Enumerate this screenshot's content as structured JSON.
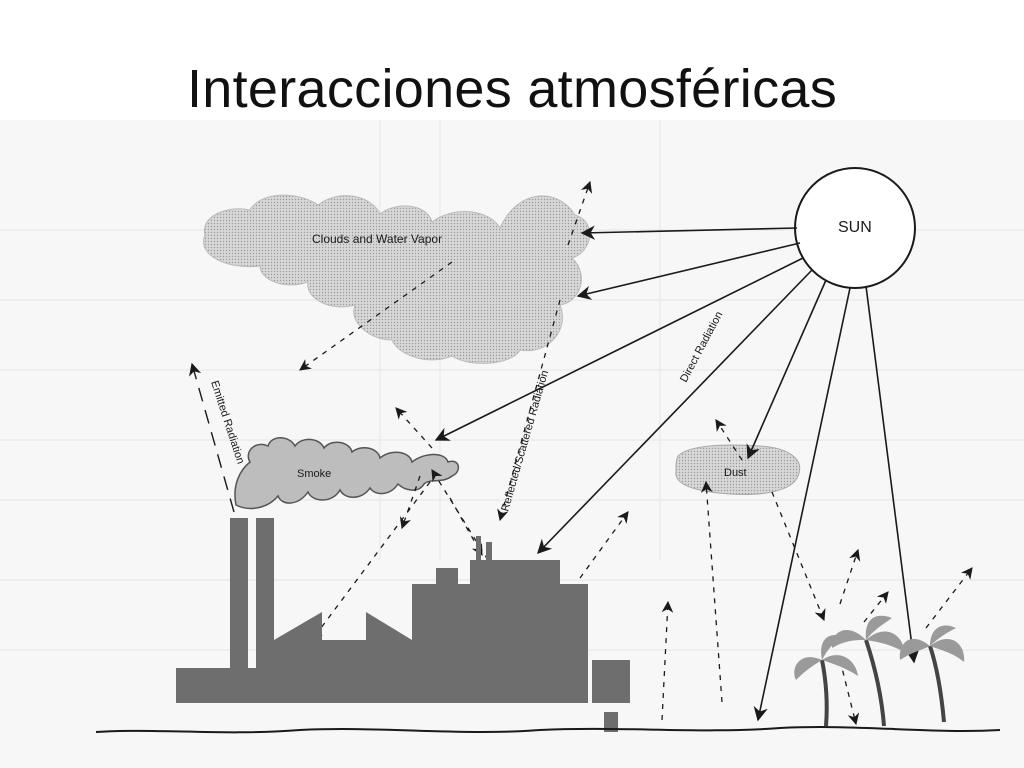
{
  "title": "Interacciones atmosféricas",
  "labels": {
    "sun": "SUN",
    "clouds": "Clouds and Water Vapor",
    "smoke": "Smoke",
    "dust": "Dust",
    "emitted": "Emitted Radiation",
    "reflected": "Reflected/Scattered Radiation",
    "direct": "Direct Radiation"
  },
  "colors": {
    "ink": "#1a1a1a",
    "factory": "#6e6e6e",
    "cloud": "#cfcfcf",
    "smoke": "#bdbdbd",
    "background_grid": "#e9e9e9"
  },
  "icons": [
    "sun-icon",
    "factory-icon",
    "palm-tree-icon"
  ]
}
